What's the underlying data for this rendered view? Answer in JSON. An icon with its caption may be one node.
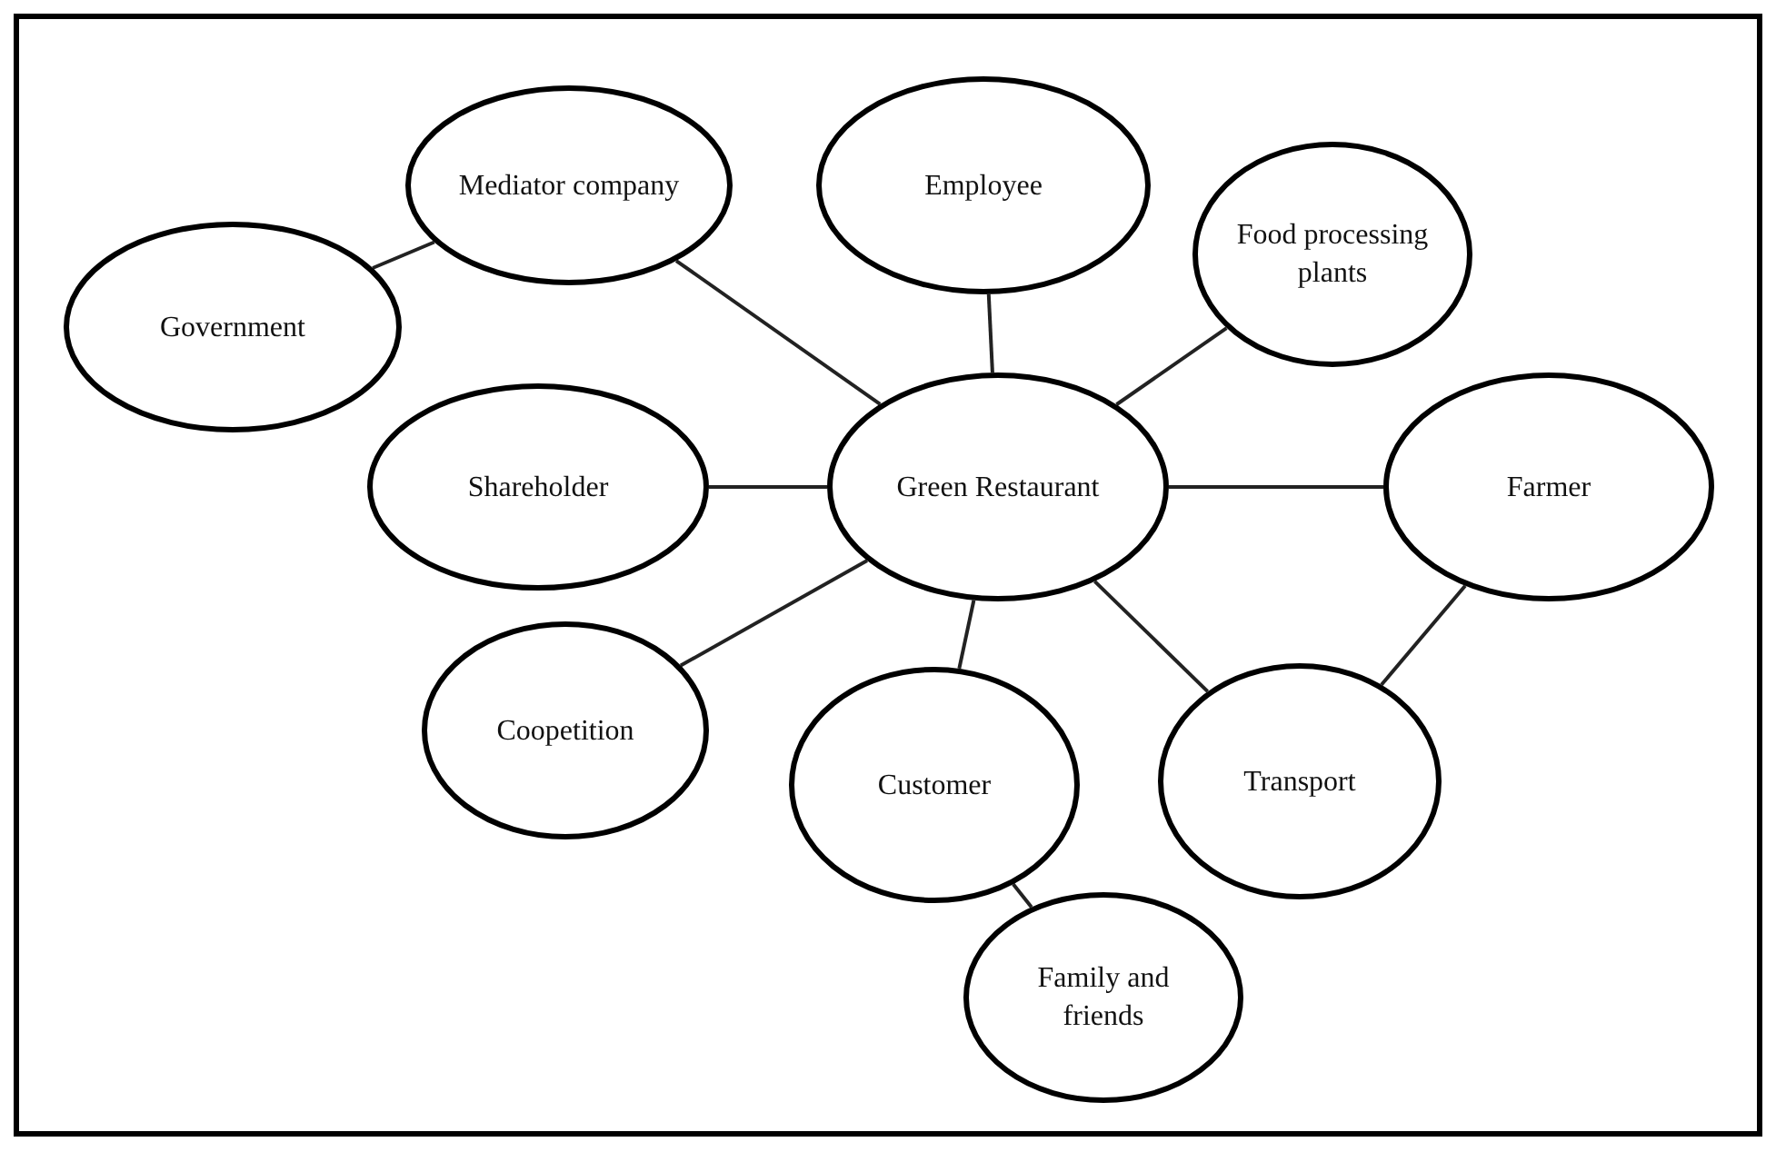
{
  "diagram": {
    "nodes": [
      {
        "text": [
          "Mediator company"
        ]
      },
      {
        "text": [
          "Employee"
        ]
      },
      {
        "text": [
          "Food processing plants"
        ]
      },
      {
        "text": [
          "Government"
        ]
      },
      {
        "text": [
          "Shareholder"
        ]
      },
      {
        "text": [
          "Green Restaurant"
        ]
      },
      {
        "text": [
          "Farmer"
        ]
      },
      {
        "text": [
          "Coopetition"
        ]
      },
      {
        "text": [
          "Customer"
        ]
      },
      {
        "text": [
          "Transport"
        ]
      },
      {
        "text": [
          "Family and friends"
        ]
      }
    ],
    "edges": [
      {
        "from": 0,
        "to": 3,
        "arrow": "none"
      },
      {
        "from": 0,
        "to": 5,
        "arrow": "none"
      },
      {
        "from": 1,
        "to": 5,
        "arrow": "none"
      },
      {
        "from": 2,
        "to": 5,
        "arrow": "none"
      },
      {
        "from": 4,
        "to": 5,
        "arrow": "none"
      },
      {
        "from": 5,
        "to": 6,
        "arrow": "none"
      },
      {
        "from": 7,
        "to": 5,
        "arrow": "none"
      },
      {
        "from": 8,
        "to": 5,
        "arrow": "none"
      },
      {
        "from": 5,
        "to": 9,
        "arrow": "none"
      },
      {
        "from": 6,
        "to": 9,
        "arrow": "none"
      },
      {
        "from": 8,
        "to": 10,
        "arrow": "none"
      }
    ]
  }
}
